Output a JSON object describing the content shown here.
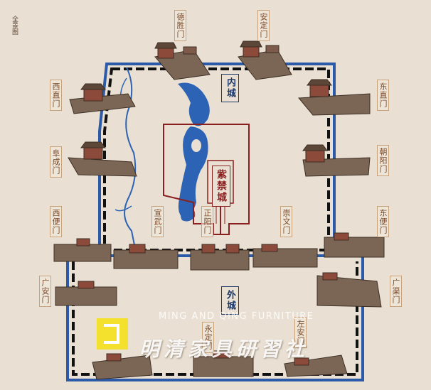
{
  "title_vertical": "全景图",
  "zones": {
    "inner": "内城",
    "outer": "外城",
    "forbidden": "紫禁城"
  },
  "gates": {
    "desheng": "德胜门",
    "anding": "安定门",
    "xizhi": "西直门",
    "dongzhi": "东直门",
    "fucheng": "阜成门",
    "chaoyang": "朝阳门",
    "xibian": "西便门",
    "dongbian": "东便门",
    "xuanwu": "宣武门",
    "zhengyang": "正阳门",
    "chongwen": "崇文门",
    "guangan": "广安门",
    "guangqu": "广渠门",
    "yongding": "永定门",
    "zuoan": "左安门"
  },
  "watermark": {
    "english": "MING AND QING FURNITURE",
    "chinese": "明清家具研習社"
  },
  "colors": {
    "wall_blue": "#2b5ba8",
    "wall_black": "#111111",
    "forbidden_red": "#8a1f1f",
    "water_blue": "#2d63b5",
    "background": "#e9e0d3",
    "logo_yellow": "#f3e12e"
  }
}
